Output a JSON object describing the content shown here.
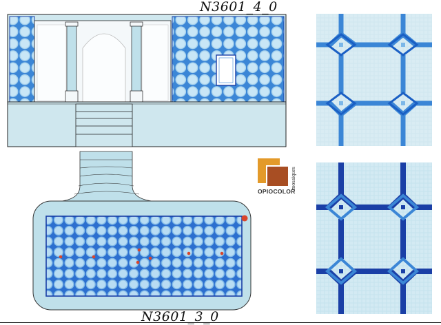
{
  "labels": {
    "top_code": "N3601_4_0",
    "bottom_code": "N3601_3_0"
  },
  "logo": {
    "brand": "OPIOCOLOR",
    "sub": "mosaiques",
    "colors": {
      "orange": "#e39a2a",
      "brown": "#a84e23"
    }
  },
  "colors": {
    "pool_water": "#bfe0ea",
    "deck": "#cfe7ee",
    "tile_light": "#d6ecf4",
    "tile_blue": "#3b86d6",
    "tile_dark": "#1a3fa6",
    "accent_red": "#d9452b"
  },
  "icons": {
    "logo": "opiocolor-logo-icon",
    "drain": "drain-dot-icon"
  }
}
